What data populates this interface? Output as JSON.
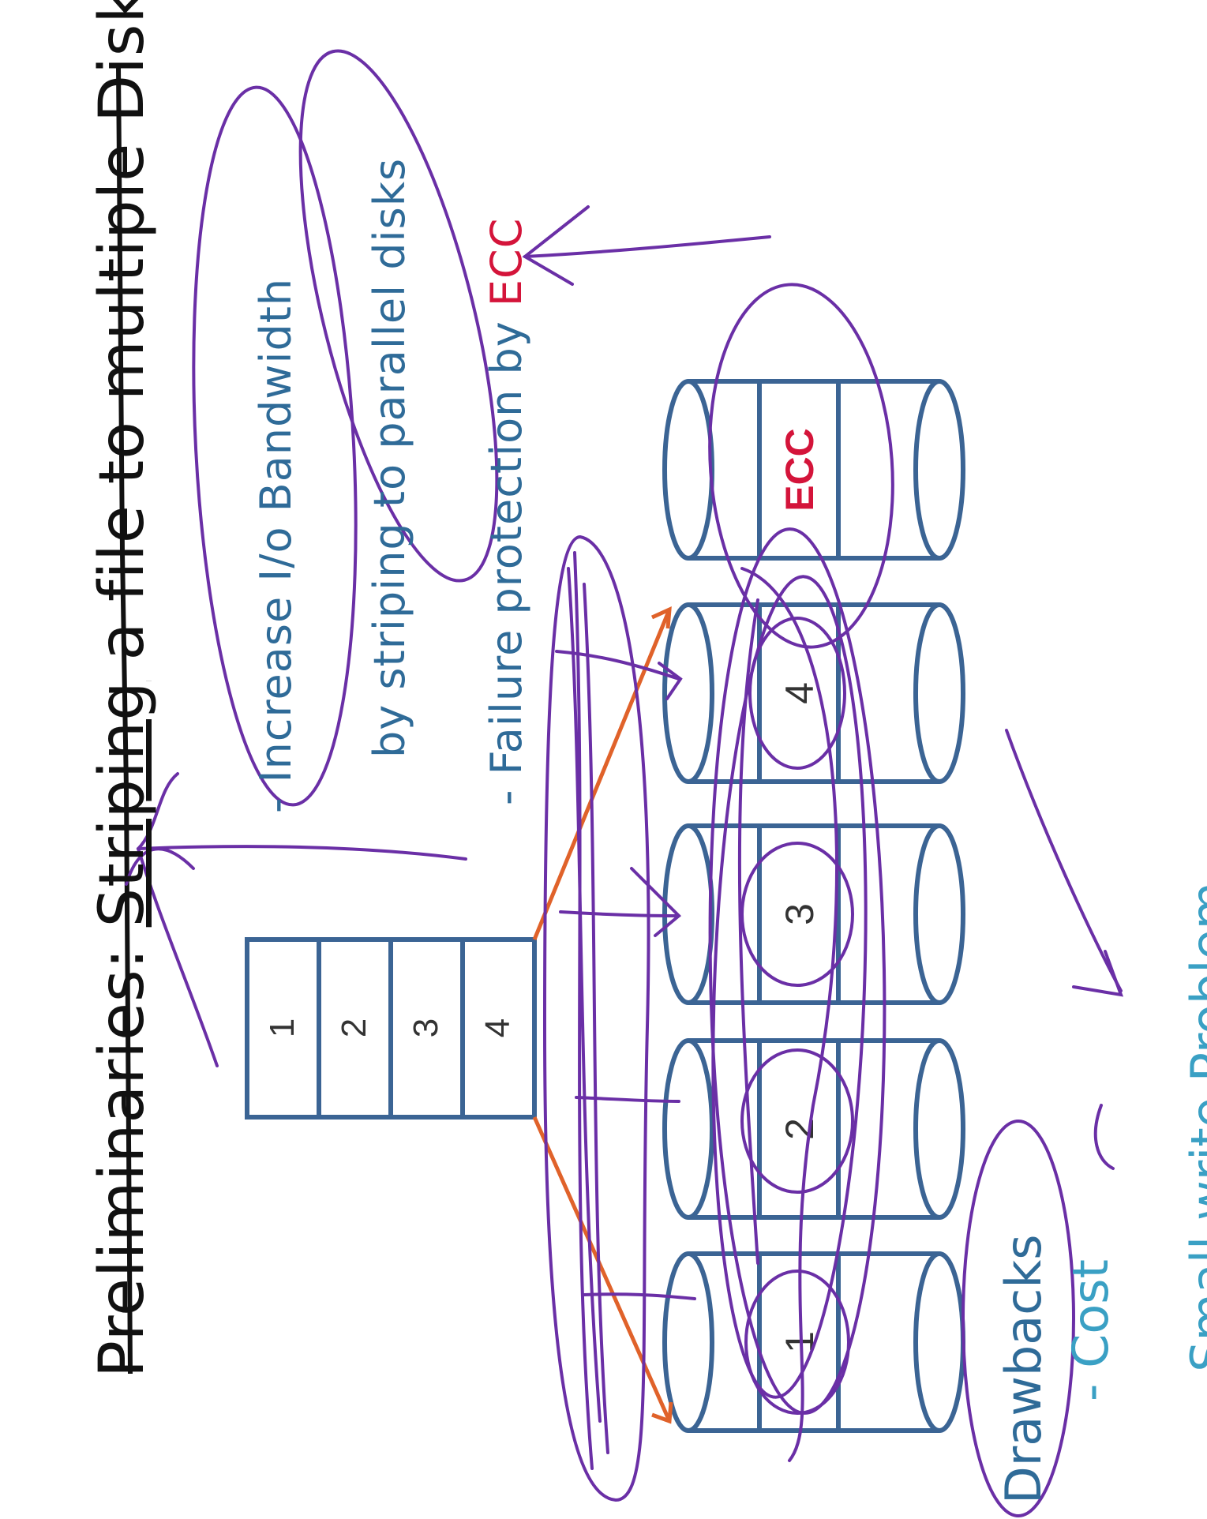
{
  "title": {
    "prefix": "Preliminaries: ",
    "underlined": "Striping",
    "suffix": " a file to multiple Disks"
  },
  "bullets": {
    "increase": "- Increase I/o Bandwidth",
    "parallel": "by striping to parallel disks",
    "failure": "- Failure protection by ",
    "failure_ecc": "ECC"
  },
  "file_blocks": [
    "1",
    "2",
    "3",
    "4"
  ],
  "disks": [
    {
      "label": "1"
    },
    {
      "label": "2"
    },
    {
      "label": "3"
    },
    {
      "label": "4"
    },
    {
      "label": "ECC"
    }
  ],
  "drawbacks": {
    "heading": "Drawbacks",
    "cost": "- Cost",
    "small_write": "- Small write Problem"
  },
  "colors": {
    "ink_black": "#111111",
    "ink_blue": "#2f6b98",
    "ink_teal": "#3aa0c4",
    "ink_red": "#d4143a",
    "ink_purple": "#6a2fa6",
    "ink_orange": "#e0622a"
  }
}
